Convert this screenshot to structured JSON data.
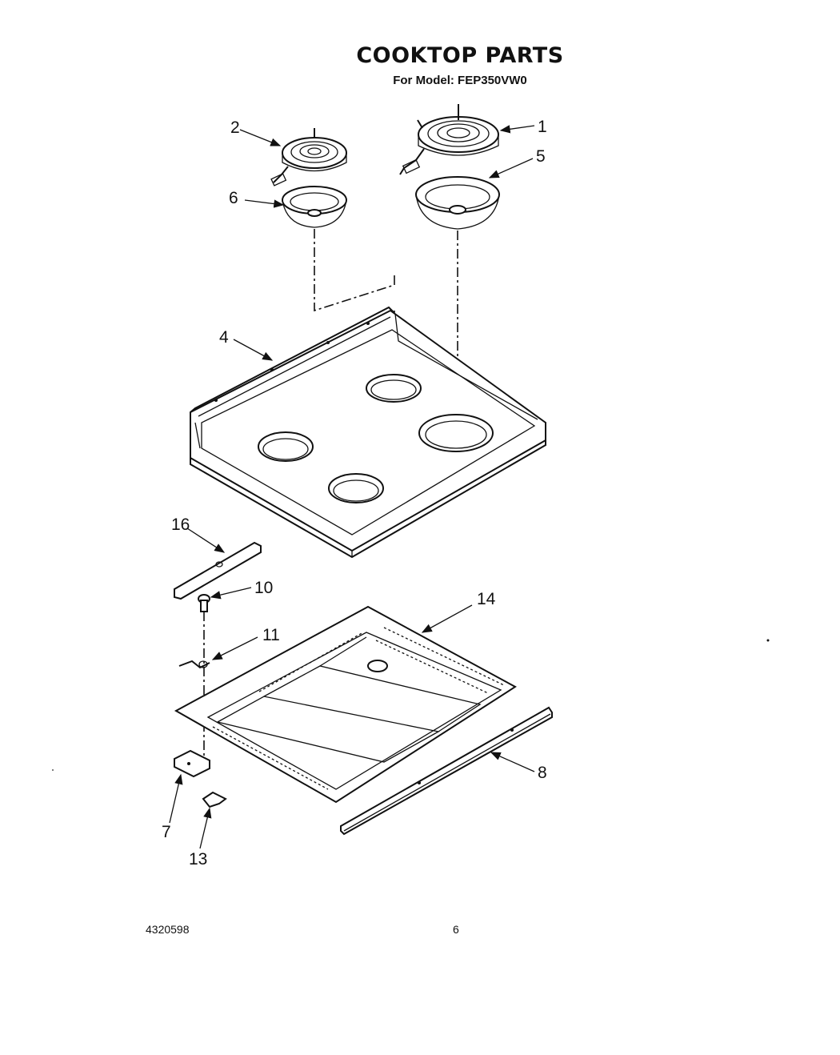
{
  "header": {
    "title": "COOKTOP PARTS",
    "subtitle": "For Model: FEP350VW0"
  },
  "callouts": {
    "c1": "1",
    "c2": "2",
    "c4": "4",
    "c5": "5",
    "c6": "6",
    "c7": "7",
    "c8": "8",
    "c10": "10",
    "c11": "11",
    "c13": "13",
    "c14": "14",
    "c16": "16"
  },
  "footer": {
    "doc_number": "4320598",
    "page_number": "6"
  }
}
